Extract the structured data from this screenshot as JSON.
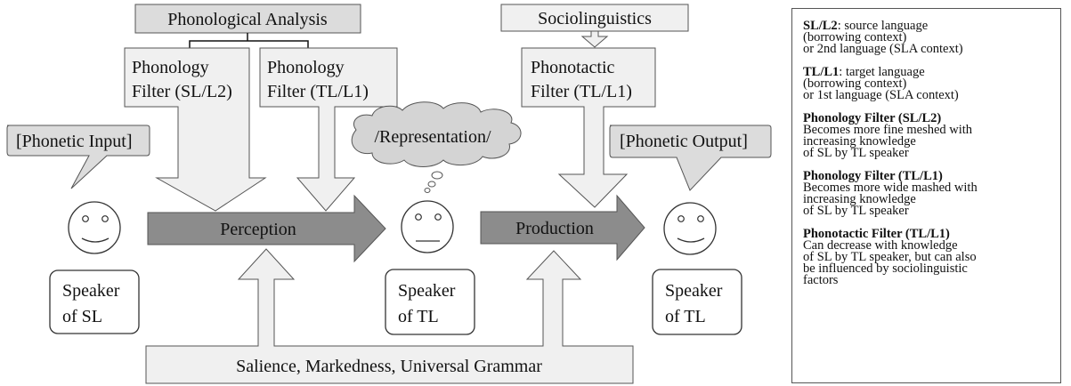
{
  "diagram": {
    "phonological_analysis": "Phonological Analysis",
    "sociolinguistics": "Sociolinguistics",
    "filter_sl_line1": "Phonology",
    "filter_sl_line2": "Filter (SL/L2)",
    "filter_tl_line1": "Phonology",
    "filter_tl_line2": "Filter (TL/L1)",
    "phonotactic_line1": "Phonotactic",
    "phonotactic_line2": "Filter (TL/L1)",
    "phonetic_input": "[Phonetic Input]",
    "phonetic_output": "[Phonetic Output]",
    "representation": "/Representation/",
    "perception": "Perception",
    "production": "Production",
    "speaker_sl_line1": "Speaker",
    "speaker_sl_line2": "of SL",
    "speaker_tl_mid_line1": "Speaker",
    "speaker_tl_mid_line2": "of TL",
    "speaker_tl_right_line1": "Speaker",
    "speaker_tl_right_line2": "of TL",
    "bottom_box": "Salience, Markedness, Universal Grammar"
  },
  "legend": {
    "entries": [
      {
        "term": "SL/L2",
        "text_first": ": source language",
        "lines": [
          "(borrowing context)",
          "or 2nd language (SLA context)"
        ]
      },
      {
        "term": "TL/L1",
        "text_first": ": target language",
        "lines": [
          "(borrowing context)",
          "or 1st language (SLA context)"
        ]
      },
      {
        "term": "Phonology Filter (SL/L2)",
        "text_first": "",
        "lines": [
          "Becomes more fine meshed with",
          "increasing knowledge",
          "of SL by TL speaker"
        ]
      },
      {
        "term": "Phonology Filter (TL/L1)",
        "text_first": "",
        "lines": [
          "Becomes more wide mashed with",
          "increasing knowledge",
          "of SL by TL speaker"
        ]
      },
      {
        "term": "Phonotactic Filter (TL/L1)",
        "text_first": "",
        "lines": [
          "Can decrease with knowledge",
          "of SL by TL speaker, but can also",
          "be influenced by sociolinguistic",
          "factors"
        ]
      }
    ]
  },
  "colors": {
    "box_gray": "#dcdcdc",
    "box_light": "#f0f0f0",
    "arrow_dark": "#8c8c8c",
    "cloud": "#d4d4d4"
  }
}
